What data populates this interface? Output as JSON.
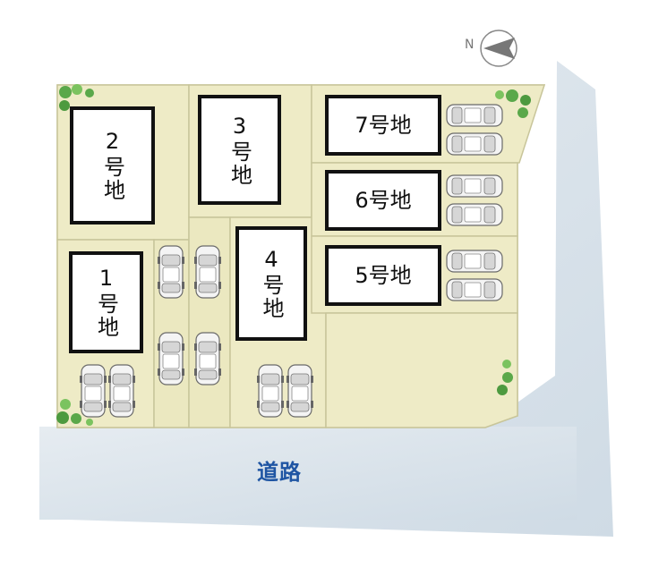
{
  "compass": {
    "label": "N"
  },
  "road": {
    "label": "道路"
  },
  "lots": [
    {
      "id": "lot-1",
      "label": "1号地"
    },
    {
      "id": "lot-2",
      "label": "2号地"
    },
    {
      "id": "lot-3",
      "label": "3号地"
    },
    {
      "id": "lot-4",
      "label": "4号地"
    },
    {
      "id": "lot-5",
      "label": "5号地"
    },
    {
      "id": "lot-6",
      "label": "6号地"
    },
    {
      "id": "lot-7",
      "label": "7号地"
    }
  ],
  "colors": {
    "lot_fill": "#eeebc6",
    "lot_border": "#c8c59a",
    "road_fill": "#dfe7ee",
    "label_border": "#111111",
    "road_text": "#1f55a3",
    "tree_green": "#5aa84a"
  }
}
